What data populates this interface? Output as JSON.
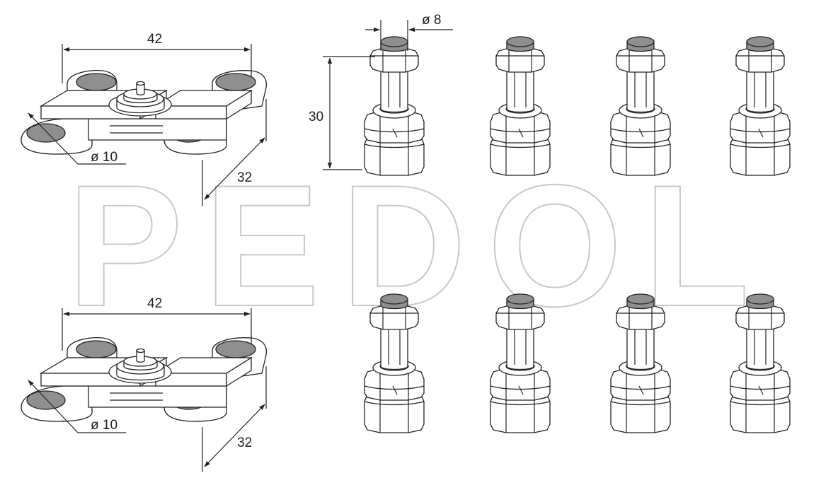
{
  "watermark": "PEDOL",
  "colors": {
    "ink": "#222222",
    "contact": "#8f8f8f",
    "paper": "#ffffff",
    "watermark_stroke": "#c8c8c8"
  },
  "top_assembly": {
    "width_label": "42",
    "depth_label": "32",
    "contact_diameter_label": "ø 10"
  },
  "bottom_assembly": {
    "width_label": "42",
    "depth_label": "32",
    "contact_diameter_label": "ø 10"
  },
  "pin": {
    "diameter_label": "ø 8",
    "height_label": "30"
  },
  "pins_top_row_count": 4,
  "pins_bottom_row_count": 4
}
